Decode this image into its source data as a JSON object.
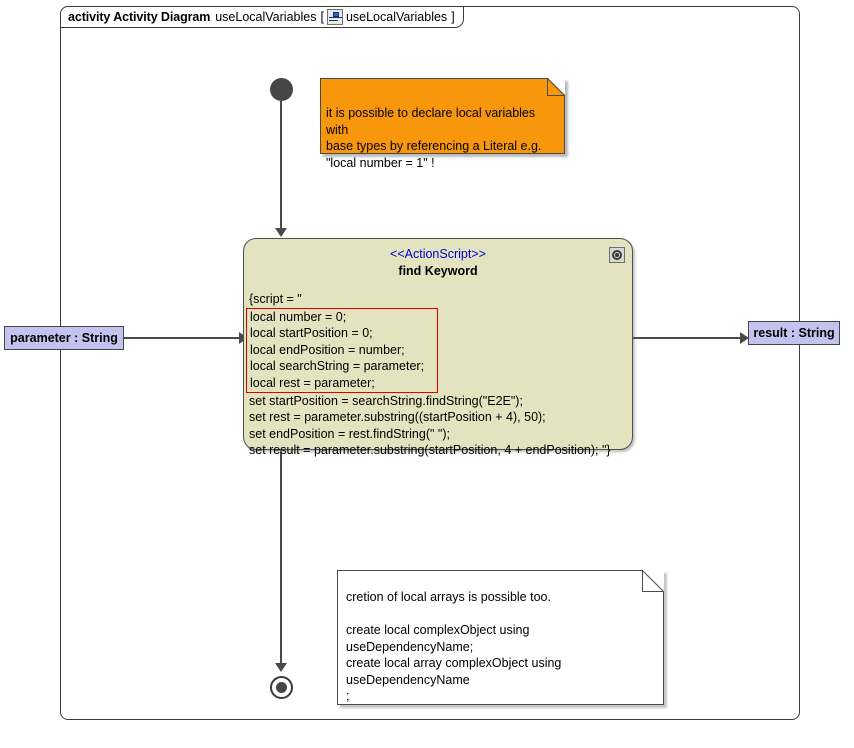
{
  "frame": {
    "keyword": "activity Activity Diagram",
    "name": "useLocalVariables",
    "bracket_open": "[",
    "icon": "diagram-icon",
    "context": "useLocalVariables",
    "bracket_close": "]"
  },
  "nodes": {
    "initial": {
      "name": "initial-node"
    },
    "final": {
      "name": "activity-final-node"
    },
    "action": {
      "stereotype": "<<ActionScript>>",
      "title": "find Keyword",
      "icon": "gear-icon",
      "script_open": "{script = \"",
      "local_lines": [
        "local number = 0;",
        "local startPosition = 0;",
        "local endPosition = number;",
        "local searchString = parameter;",
        "local rest = parameter;"
      ],
      "set_lines": [
        "set startPosition = searchString.findString(\"E2E\");",
        "set rest = parameter.substring((startPosition + 4), 50);",
        "set endPosition = rest.findString(\" \");",
        "set result = parameter.substring(startPosition, 4 + endPosition); \"}"
      ]
    }
  },
  "pins": {
    "parameter": "parameter : String",
    "result": "result : String"
  },
  "notes": {
    "orange": "it is possible to declare local variables with\nbase types by referencing a Literal e.g.\n\"local number = 1\" !",
    "white": "cretion of local arrays is possible too.\n\ncreate local complexObject using\nuseDependencyName;\ncreate local array complexObject using\nuseDependencyName\n;"
  },
  "colors": {
    "action_fill": "#e3e3c0",
    "note_orange": "#f8960c",
    "pin_fill": "#c3c3f0",
    "stereotype": "#0000cd",
    "locals_outline": "#e00000",
    "line": "#4a4a4a"
  }
}
